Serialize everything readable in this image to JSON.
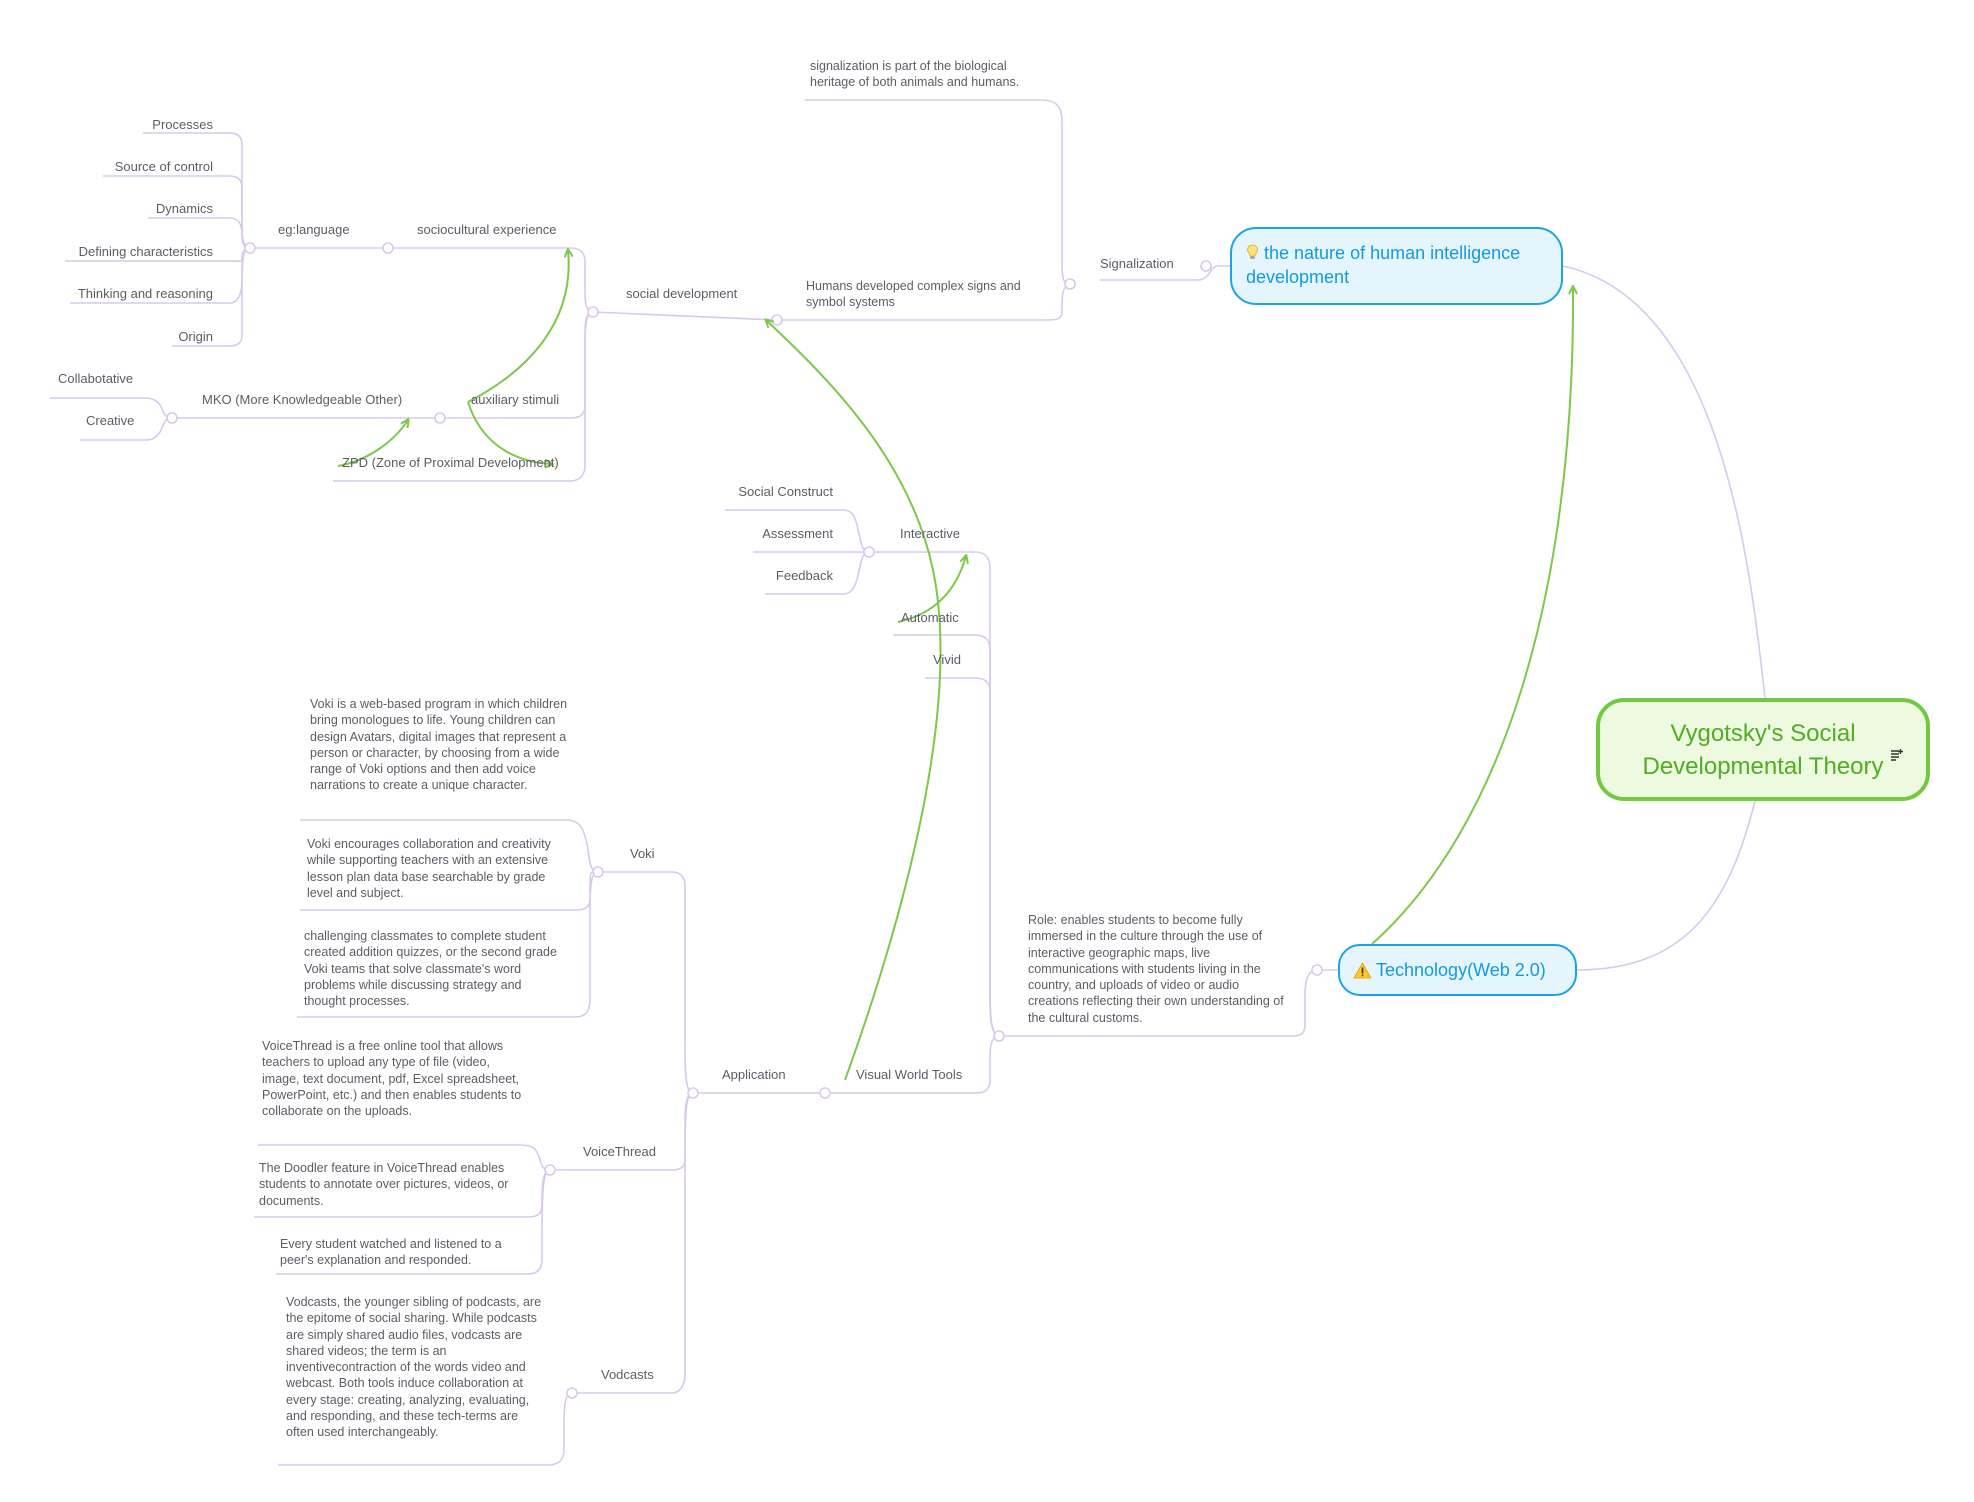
{
  "root": {
    "title": "Vygotsky's  Social Developmental Theory",
    "icon": "notes-icon"
  },
  "nature": {
    "icon": "lightbulb-icon",
    "title": "the nature of human intelligence development",
    "signalization": {
      "label": "Signalization",
      "note": "signalization is part of the biological heritage of both animals and humans.",
      "humans": "Humans developed complex signs and symbol systems",
      "social_development": {
        "label": "social development",
        "sociocultural": {
          "label": "sociocultural experience",
          "eg": {
            "label": "eg:language",
            "items": [
              "Processes",
              "Source of control",
              "Dynamics",
              "Defining  characteristics",
              "Thinking and  reasoning",
              "Origin"
            ]
          }
        },
        "auxiliary": {
          "label": "auxiliary stimuli",
          "mko": {
            "label": "MKO (More Knowledgeable Other)",
            "items": [
              "Collabotative",
              "Creative"
            ]
          }
        },
        "zpd": "ZPD (Zone of Proximal Development)"
      }
    }
  },
  "tech": {
    "icon": "warning-icon",
    "title": "Technology(Web 2.0)",
    "role": "Role: enables students to become fully immersed in the culture through the use of interactive geographic maps, live communications with students living in the country, and uploads of video or audio creations reflecting their own understanding of the cultural customs.",
    "interactive": {
      "label": "Interactive",
      "items": [
        "Social Construct",
        "Assessment",
        "Feedback"
      ]
    },
    "automatic": "Automatic",
    "vivid": "Vivid",
    "visual_world_tools": {
      "label": "Visual World Tools",
      "application": {
        "label": "Application",
        "voki": {
          "label": "Voki",
          "notes": [
            "Voki is a web-based program in which children bring monologues to life. Young children can design Avatars, digital images that represent a person or character, by choosing from a wide range of Voki options and then add voice narrations to create a unique character.",
            "Voki encourages collaboration and creativity while supporting teachers with an extensive lesson plan data base searchable by grade level and subject.",
            "challenging classmates to complete student created addition quizzes, or the second grade Voki teams that solve classmate's word problems while discussing strategy and thought processes."
          ]
        },
        "voicethread": {
          "label": "VoiceThread",
          "notes": [
            "VoiceThread is a free online tool that allows teachers to upload any type of file (video, image, text document, pdf, Excel spreadsheet, PowerPoint, etc.) and then enables students to collaborate on the uploads.",
            "The Doodler feature in VoiceThread enables students to annotate over pictures, videos, or documents.",
            "Every student watched and listened to a peer's explanation and responded."
          ]
        },
        "vodcasts": {
          "label": "Vodcasts",
          "note": "Vodcasts, the younger sibling of podcasts, are the epitome of social sharing. While podcasts are simply shared audio files, vodcasts are shared videos; the term is an inventivecontraction of the words video and webcast. Both tools induce collaboration at every stage: creating, analyzing, evaluating, and responding, and these tech-terms are often used interchangeably."
        }
      }
    }
  },
  "colors": {
    "line": "#d9c8ee",
    "relation": "#7cc84a",
    "root_border": "#72c840",
    "main_border": "#1aa4e6",
    "main_text": "#139ade"
  }
}
